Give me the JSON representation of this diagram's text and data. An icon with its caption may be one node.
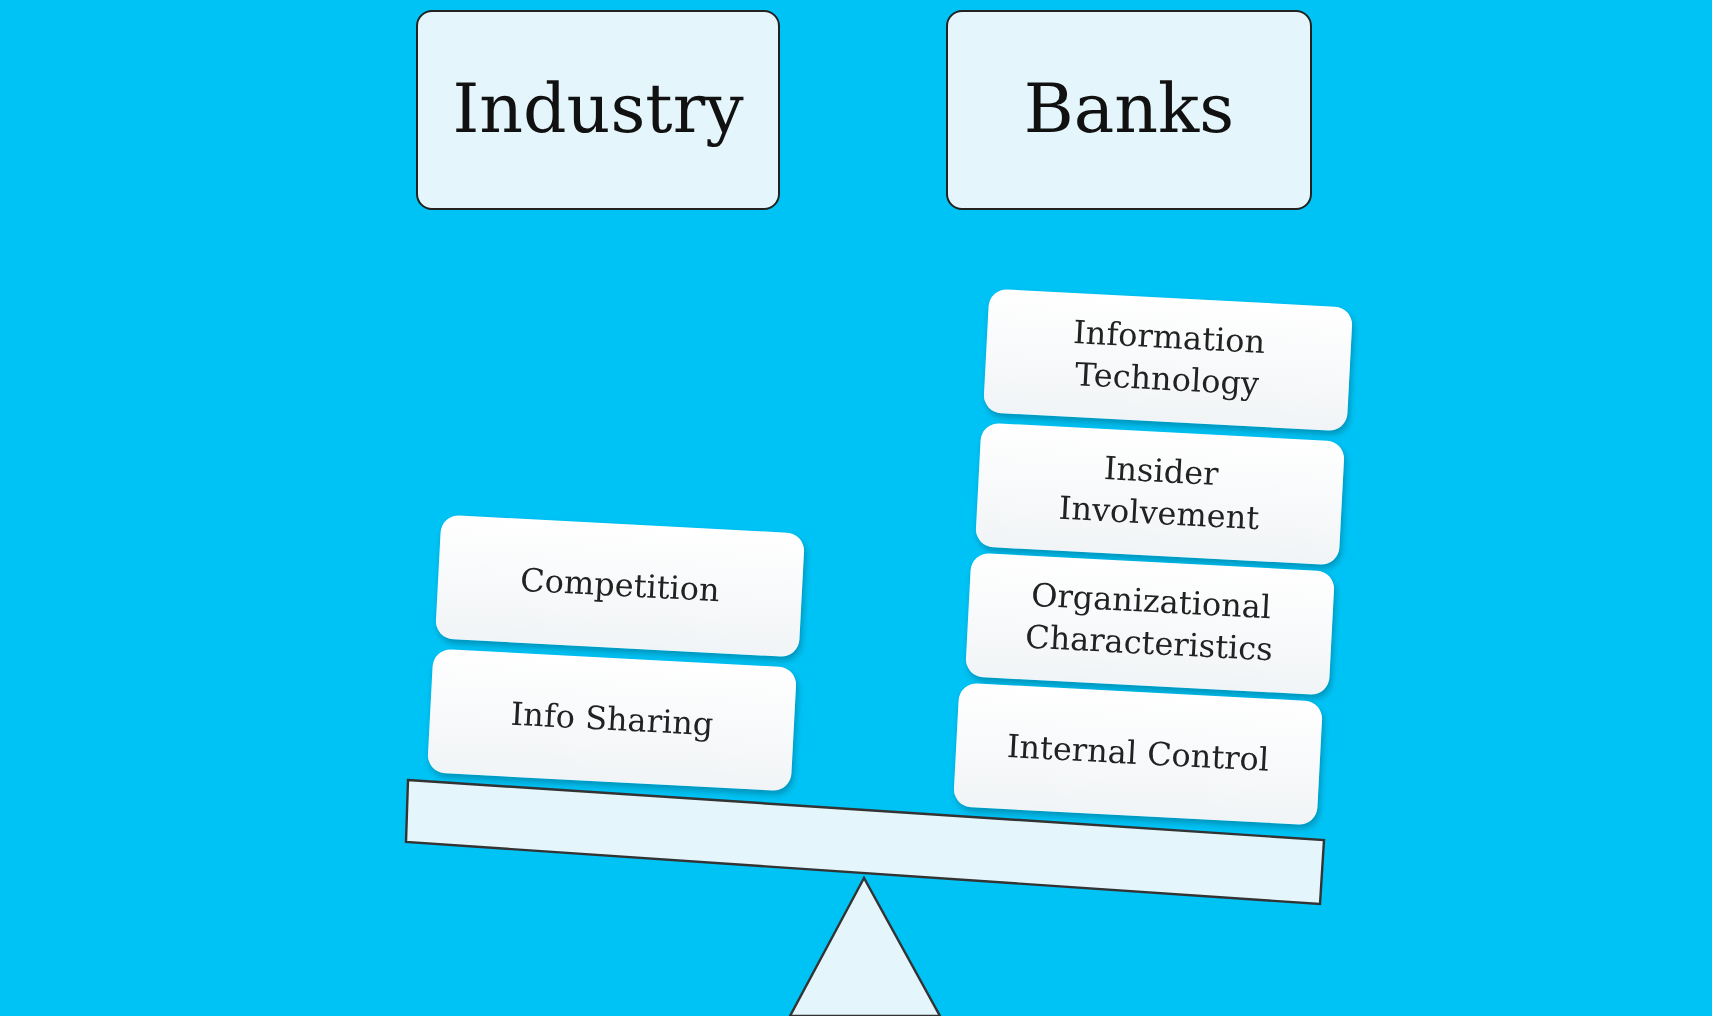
{
  "diagram": {
    "nodes": [
      {
        "text": [
          "Industry"
        ]
      },
      {
        "text": [
          "Banks"
        ]
      },
      {
        "text": [
          "Information Technology"
        ]
      },
      {
        "text": [
          "Insider Involvement"
        ]
      },
      {
        "text": [
          "Competition"
        ]
      },
      {
        "text": [
          "Organizational Characteristics"
        ]
      },
      {
        "text": [
          "Info Sharing"
        ]
      },
      {
        "text": [
          "Internal Control"
        ]
      }
    ]
  }
}
